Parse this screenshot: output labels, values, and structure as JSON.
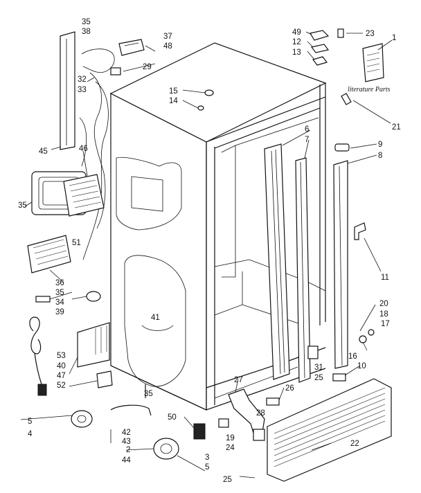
{
  "labels": {
    "l1": "1",
    "l2": "2",
    "l3": "3",
    "l4": "4",
    "l5a": "5",
    "l5b": "5",
    "l6": "6",
    "l7": "7",
    "l8": "8",
    "l9": "9",
    "l10": "10",
    "l11": "11",
    "l12": "12",
    "l13": "13",
    "l14": "14",
    "l15": "15",
    "l16": "16",
    "l17": "17",
    "l18": "18",
    "l19": "19",
    "l20": "20",
    "l21": "21",
    "l22": "22",
    "l23": "23",
    "l24": "24",
    "l25a": "25",
    "l25b": "25",
    "l26": "26",
    "l27": "27",
    "l28": "28",
    "l29": "29",
    "l31": "31",
    "l32": "32",
    "l33": "33",
    "l34": "34",
    "l35a": "35",
    "l35b": "35",
    "l35c": "35",
    "l35d": "35",
    "l36": "36",
    "l37": "37",
    "l38": "38",
    "l39": "39",
    "l40": "40",
    "l41": "41",
    "l42": "42",
    "l43": "43",
    "l44": "44",
    "l45": "45",
    "l46": "46",
    "l47": "47",
    "l48": "48",
    "l49": "49",
    "l50": "50",
    "l51": "51",
    "l52": "52",
    "l53": "53"
  },
  "literature_parts": "literature Parts"
}
